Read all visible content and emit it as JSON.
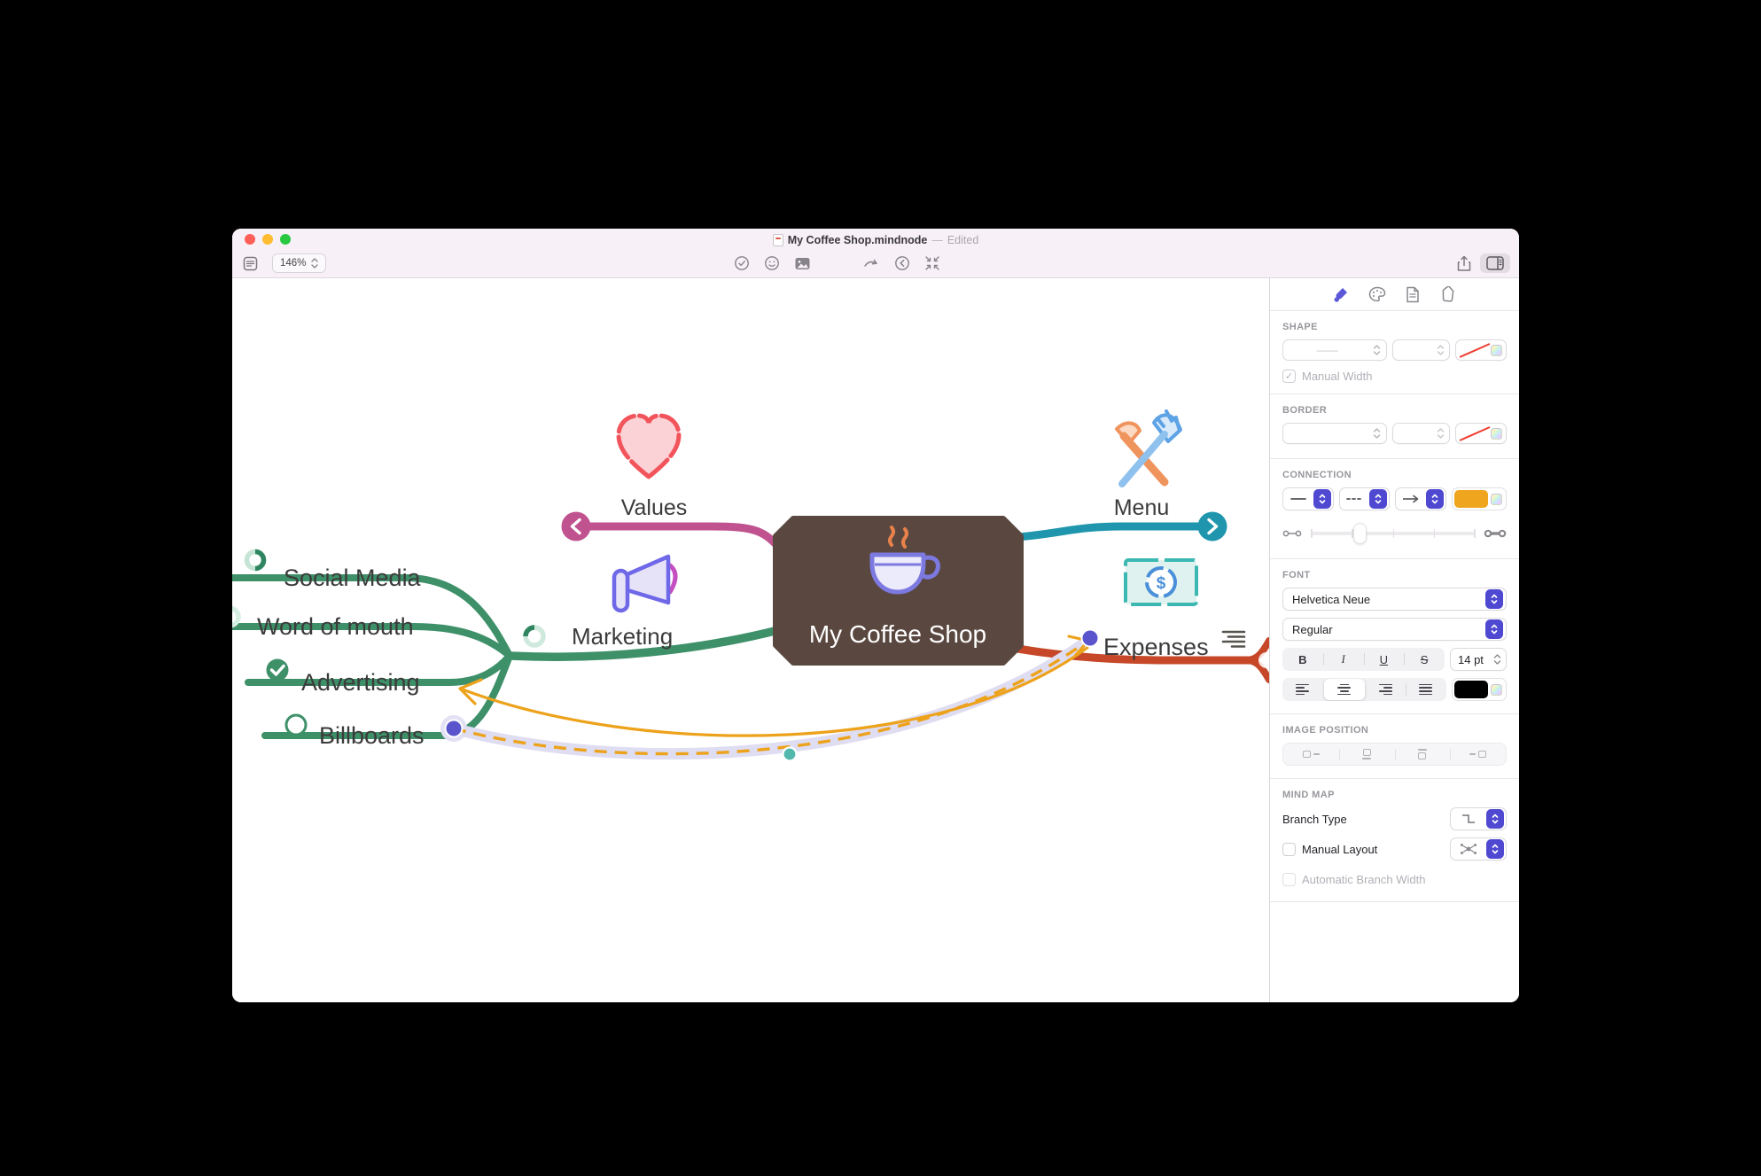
{
  "window": {
    "title": "My Coffee Shop.mindnode",
    "separator": "—",
    "status": "Edited",
    "zoom_level": "146%"
  },
  "mindmap": {
    "center": "My Coffee Shop",
    "topics": {
      "values": "Values",
      "menu": "Menu",
      "marketing": "Marketing",
      "expenses": "Expenses"
    },
    "subtopics": {
      "social_media": "Social Media",
      "word_of_mouth": "Word of mouth",
      "advertising": "Advertising",
      "billboards": "Billboards"
    },
    "money_symbol": "$",
    "colors": {
      "center_node": "#5a4840",
      "values_branch": "#c0538f",
      "menu_branch": "#1f96ad",
      "marketing_branch": "#3e9069",
      "expenses_branch": "#c64828",
      "connection_orange": "#eda21b",
      "selection_lavender": "#dfddf2",
      "endpoint_purple": "#5a55cc",
      "midpoint_teal": "#52b8ac"
    }
  },
  "inspector": {
    "shape": {
      "title": "SHAPE",
      "manual_width_label": "Manual Width"
    },
    "border": {
      "title": "BORDER"
    },
    "connection": {
      "title": "CONNECTION"
    },
    "font": {
      "title": "FONT",
      "family": "Helvetica Neue",
      "style": "Regular",
      "bold": "B",
      "italic": "I",
      "underline": "U",
      "strikethrough": "S",
      "size": "14 pt"
    },
    "image_position": {
      "title": "IMAGE POSITION"
    },
    "mind_map": {
      "title": "MIND MAP",
      "branch_type_label": "Branch Type",
      "manual_layout_label": "Manual Layout",
      "auto_branch_width_label": "Automatic Branch Width"
    }
  }
}
